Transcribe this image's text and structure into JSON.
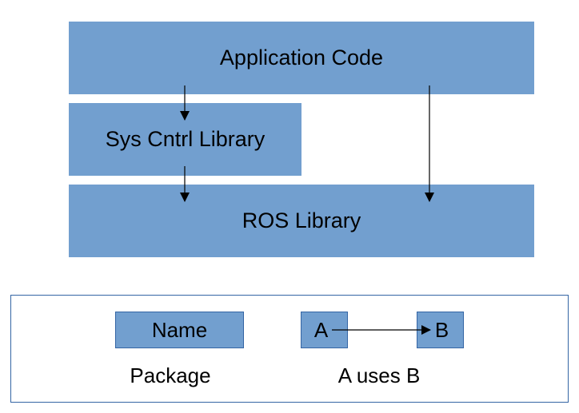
{
  "diagram": {
    "boxes": {
      "application": "Application Code",
      "sys_cntrl": "Sys Cntrl Library",
      "ros": "ROS Library"
    },
    "edges": [
      {
        "from": "Application Code",
        "to": "Sys Cntrl Library"
      },
      {
        "from": "Sys Cntrl Library",
        "to": "ROS Library"
      },
      {
        "from": "Application Code",
        "to": "ROS Library"
      }
    ]
  },
  "legend": {
    "package_box_label": "Name",
    "package_caption": "Package",
    "a_label": "A",
    "b_label": "B",
    "uses_caption": "A uses B"
  },
  "colors": {
    "box_fill": "#729fcf",
    "legend_border": "#3465a4",
    "arrow": "#000000"
  }
}
